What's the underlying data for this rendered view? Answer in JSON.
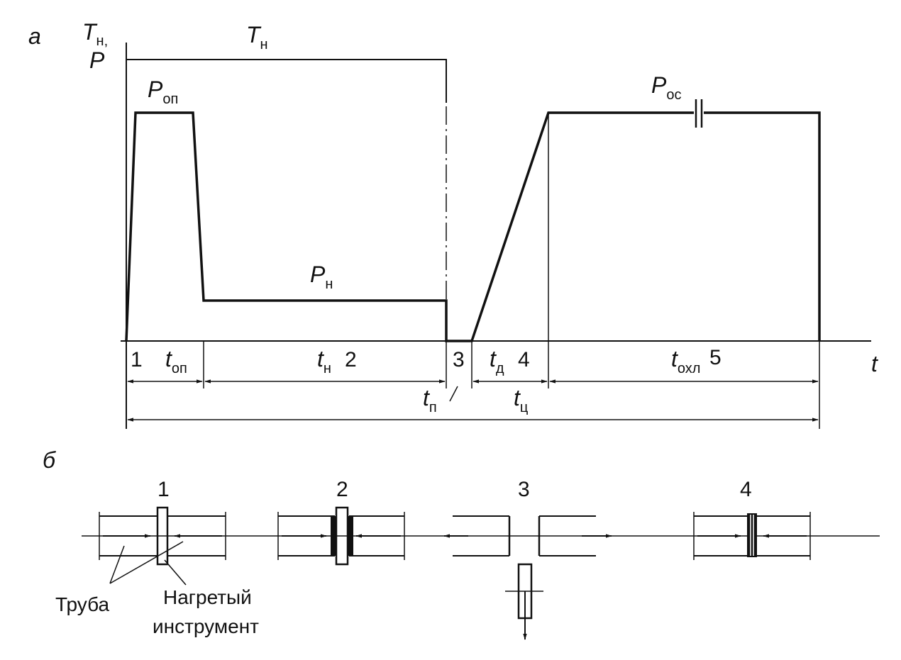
{
  "panel_a": {
    "panel_label": "а",
    "axis_y_top": "T",
    "axis_y_top_sub": "н",
    "axis_y_top_comma": ",",
    "axis_y_bottom": "P",
    "axis_x": "t",
    "curve_T": {
      "main": "T",
      "sub": "н"
    },
    "curve_Pop": {
      "main": "P",
      "sub": "оп"
    },
    "curve_Pn": {
      "main": "P",
      "sub": "н"
    },
    "curve_Pos": {
      "main": "P",
      "sub": "ос"
    },
    "stage_1": "1",
    "stage_2": "2",
    "stage_3": "3",
    "stage_4": "4",
    "stage_5": "5",
    "t_op": {
      "main": "t",
      "sub": "оп"
    },
    "t_n": {
      "main": "t",
      "sub": "н"
    },
    "t_d": {
      "main": "t",
      "sub": "д"
    },
    "t_ohl": {
      "main": "t",
      "sub": "охл"
    },
    "t_p": {
      "main": "t",
      "sub": "п"
    },
    "t_c": {
      "main": "t",
      "sub": "ц"
    }
  },
  "panel_b": {
    "panel_label": "б",
    "step_1": "1",
    "step_2": "2",
    "step_3": "3",
    "step_4": "4",
    "pipe_label": "Труба",
    "tool_label_line1": "Нагретый",
    "tool_label_line2": "инструмент"
  }
}
